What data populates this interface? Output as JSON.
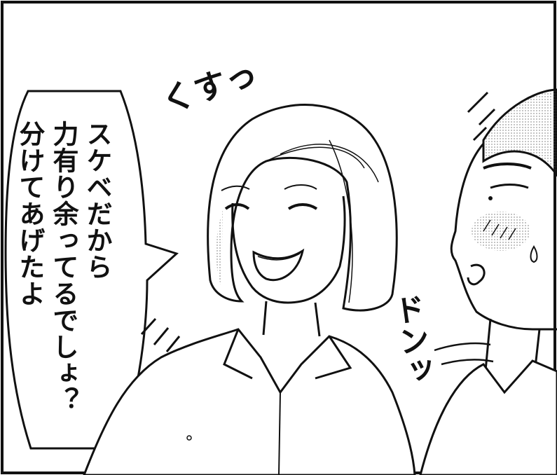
{
  "speech_bubble": {
    "lines": [
      "スケベだから",
      "力有り余ってるでしょ？",
      "分けてあげたよ"
    ]
  },
  "sound_effects": {
    "giggle": "くすっ",
    "thud": "ドンッ"
  },
  "colors": {
    "ink": "#111111",
    "paper": "#ffffff",
    "blush_tone": "#c8c8c8",
    "hair_tone": "#d8d8d8"
  }
}
